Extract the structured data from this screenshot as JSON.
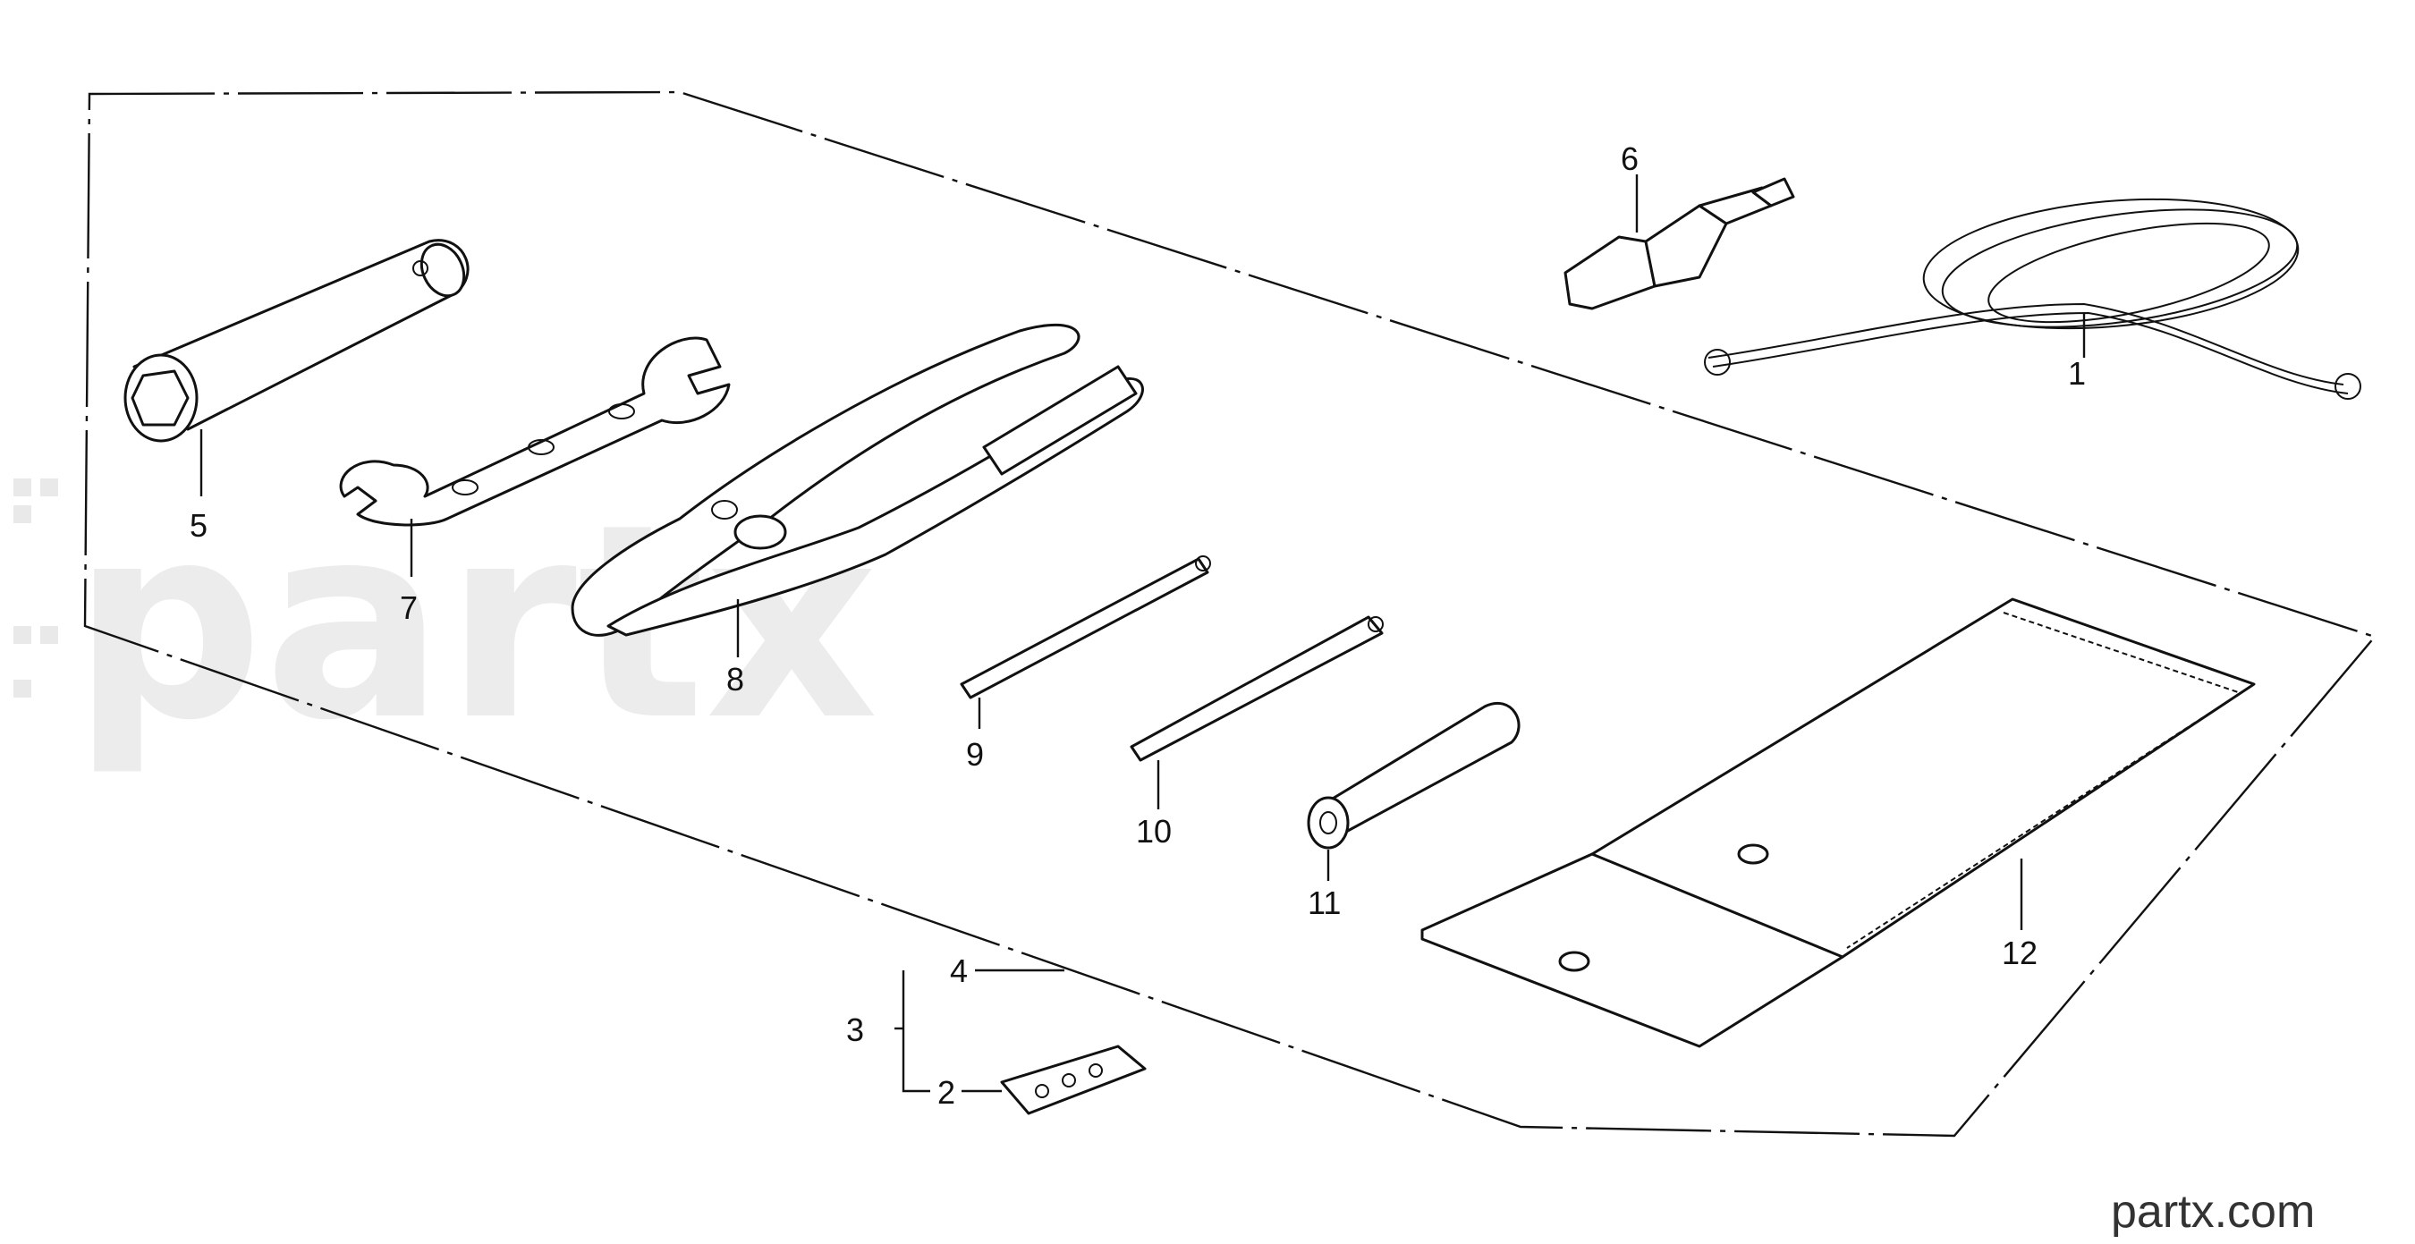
{
  "diagram": {
    "callouts": [
      "1",
      "2",
      "3",
      "4",
      "5",
      "6",
      "7",
      "8",
      "9",
      "10",
      "11",
      "12"
    ],
    "watermark": "partx",
    "brand": "partx.com"
  }
}
